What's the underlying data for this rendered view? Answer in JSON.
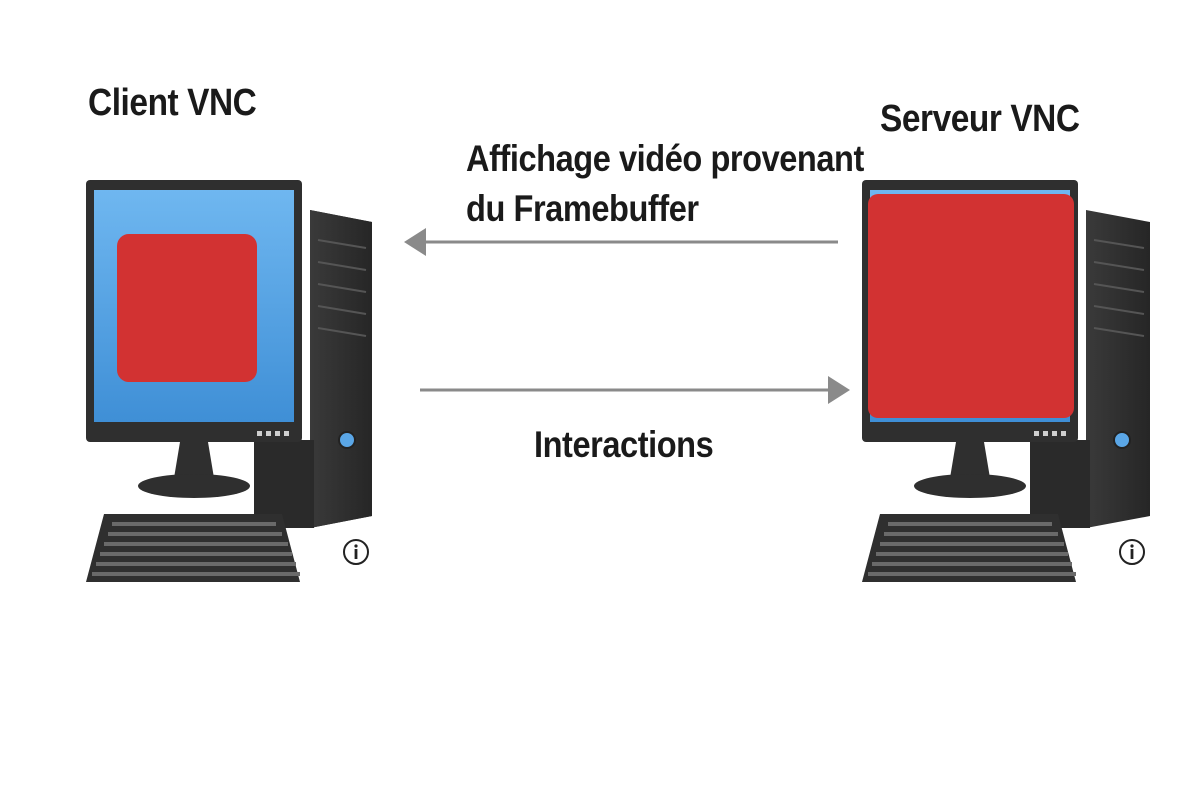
{
  "client": {
    "title": "Client VNC"
  },
  "server": {
    "title": "Serveur VNC"
  },
  "arrows": {
    "video_line1": "Affichage vidéo provenant",
    "video_line2": "du Framebuffer",
    "interactions": "Interactions"
  },
  "colors": {
    "monitor_frame": "#2f2f2f",
    "screen_blue": "#4f9fe0",
    "framebuffer_red": "#d23232",
    "arrow_gray": "#8a8a8a",
    "power_button": "#5aa6e6"
  }
}
